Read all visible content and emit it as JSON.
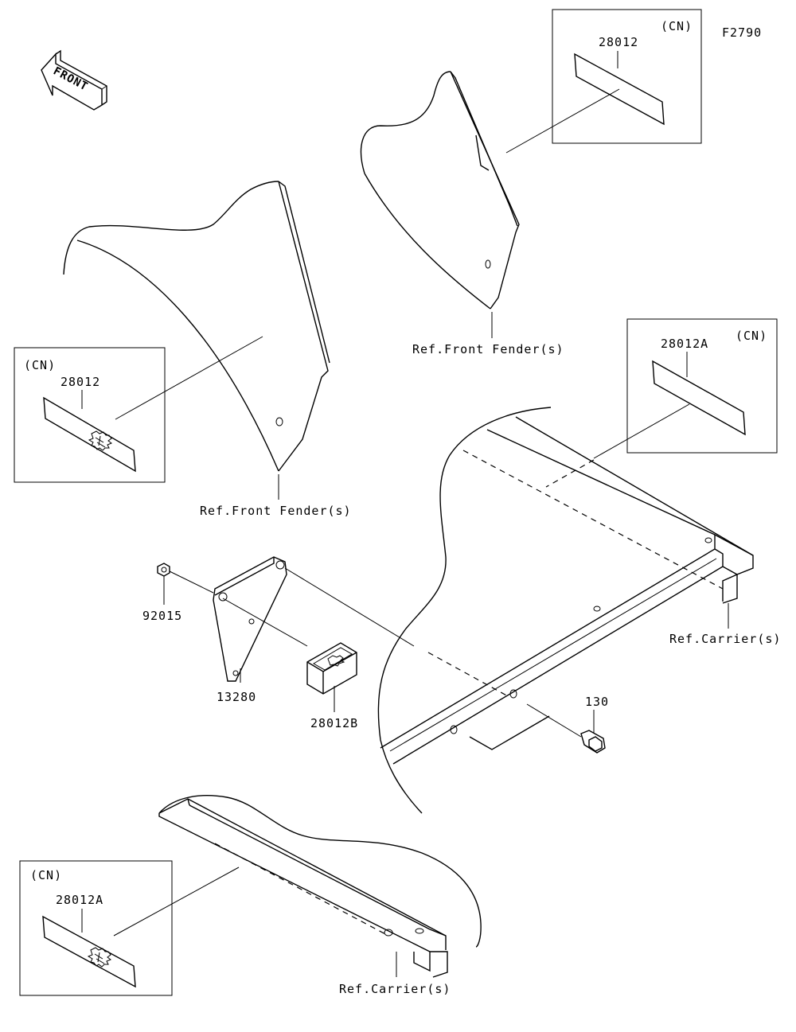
{
  "figure_code": "F2790",
  "front_arrow": {
    "label": "FRONT"
  },
  "callouts": {
    "part_28012_top": "28012",
    "cn_top": "(CN)",
    "part_28012_left": "28012",
    "cn_left": "(CN)",
    "part_28012A_right": "28012A",
    "cn_right": "(CN)",
    "part_28012A_bottom": "28012A",
    "cn_bottom": "(CN)",
    "part_92015": "92015",
    "part_13280": "13280",
    "part_28012B": "28012B",
    "part_130": "130"
  },
  "references": {
    "front_fender_top": "Ref.Front Fender(s)",
    "front_fender_left": "Ref.Front Fender(s)",
    "carrier_right": "Ref.Carrier(s)",
    "carrier_bottom": "Ref.Carrier(s)"
  }
}
